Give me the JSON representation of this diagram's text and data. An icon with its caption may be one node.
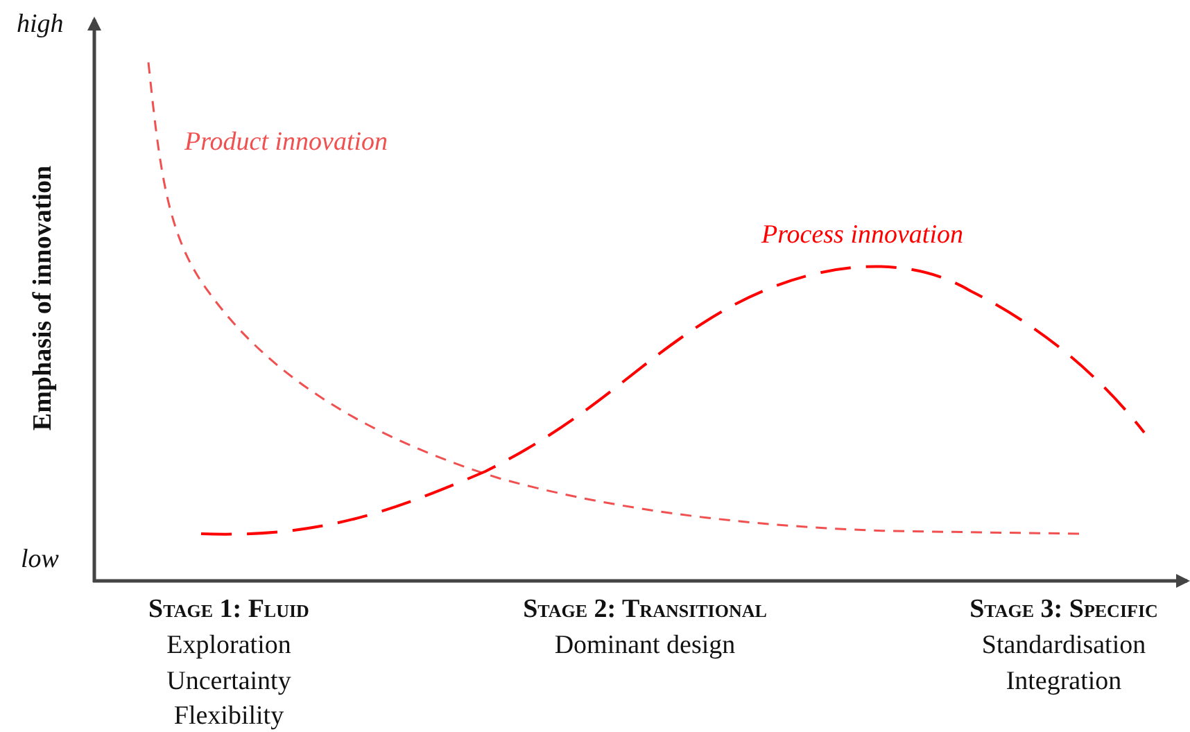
{
  "diagram": {
    "labels": [
      "high",
      "Product innovation",
      "Process innovation",
      "Emphasis of innovation",
      "low",
      "Stage 1: Fluid",
      "Stage 2: Transitional",
      "Stage 3: Specific",
      "Exploration",
      "Dominant design",
      "Standardisation",
      "Uncertainty",
      "Integration",
      "Flexibility"
    ]
  }
}
